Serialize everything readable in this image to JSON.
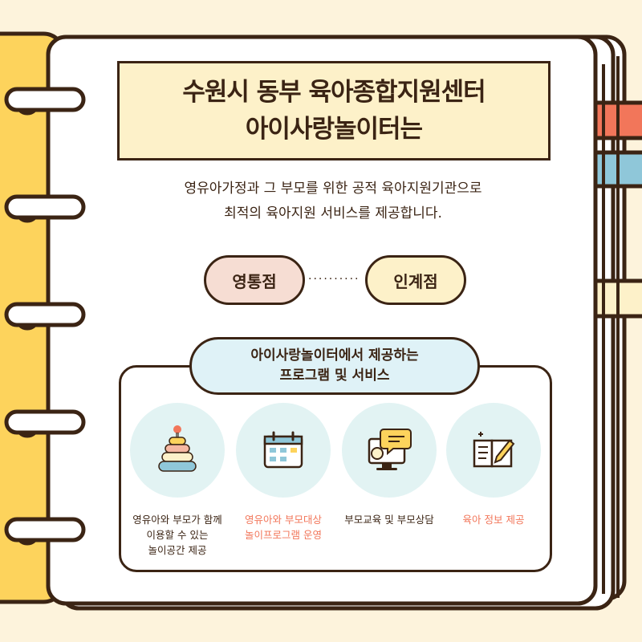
{
  "title": {
    "line1": "수원시 동부 육아종합지원센터",
    "line2": "아이사랑놀이터는"
  },
  "description": {
    "line1": "영유아가정과 그 부모를 위한 공적 육아지원기관으로",
    "line2": "최적의 육아지원 서비스를 제공합니다."
  },
  "branches": {
    "first": "영통점",
    "connector": "··········",
    "second": "인계점"
  },
  "programs": {
    "heading_line1": "아이사랑놀이터에서 제공하는",
    "heading_line2": "프로그램 및 서비스",
    "items": [
      {
        "icon": "ring-stacker-toy-icon",
        "line1": "영유아와 부모가 함께",
        "line2": "이용할 수 있는",
        "line3": "놀이공간 제공",
        "color": "#3b2414"
      },
      {
        "icon": "calendar-icon",
        "line1": "영유아와 부모대상",
        "line2": "놀이프로그램 운영",
        "color": "#f2765a"
      },
      {
        "icon": "monitor-chat-icon",
        "line1": "부모교육 및 부모상담",
        "color": "#3b2414"
      },
      {
        "icon": "notebook-pencil-icon",
        "line1": "육아 정보 제공",
        "color": "#f2765a"
      }
    ]
  },
  "colors": {
    "background": "#fdf3dc",
    "outline": "#3b2414",
    "binder_yellow": "#fdd35c",
    "accent_coral": "#f2765a",
    "tab_blue": "#8fc7d9",
    "panel_mint": "#e2f3f3"
  }
}
